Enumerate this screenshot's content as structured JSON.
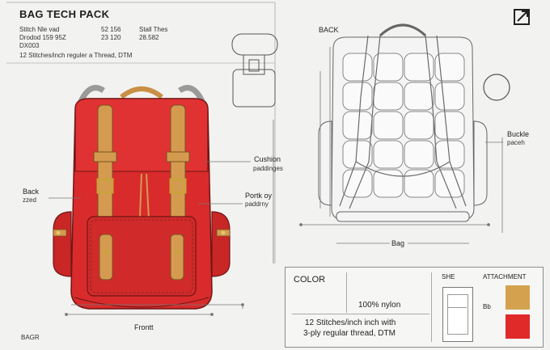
{
  "header": {
    "title": "BAG TECH PACK",
    "spec_left": [
      "Stitch Nle vad",
      "Drodod 159 95Z",
      "DX003"
    ],
    "spec_mid": [
      "52  156",
      "23  120"
    ],
    "spec_right": [
      "Stall Thes",
      "28.582"
    ],
    "thread_note": "12 Stitches/inch reguler a Thread, DTM"
  },
  "labels": {
    "back_view": "BACK",
    "cushion": [
      "Cushion",
      "paddinges"
    ],
    "back_zzed": [
      "Back",
      "zzed"
    ],
    "portk": [
      "Portk oy",
      "paddrny"
    ],
    "buckle": [
      "Buckle",
      "paceh"
    ],
    "bag": "Bag",
    "front": "Frontt",
    "bagr": "BAGR"
  },
  "color_panel": {
    "heading": "COLOR",
    "material": "100% nylon",
    "stitch_line1": "12 Stitches/inch inch with",
    "stitch_line2": "3-ply regular thread, DTM",
    "she_label": "SHE",
    "attachment_label": "ATTACHMENT",
    "bb_label": "Bb",
    "swatches": [
      "#d4a24f",
      "#e02a2a"
    ]
  },
  "colors": {
    "bag_red": "#d92b2b",
    "leather_tan": "#d49b50",
    "line_gray": "#8a8a8a"
  },
  "icons": [
    "expand-icon"
  ]
}
